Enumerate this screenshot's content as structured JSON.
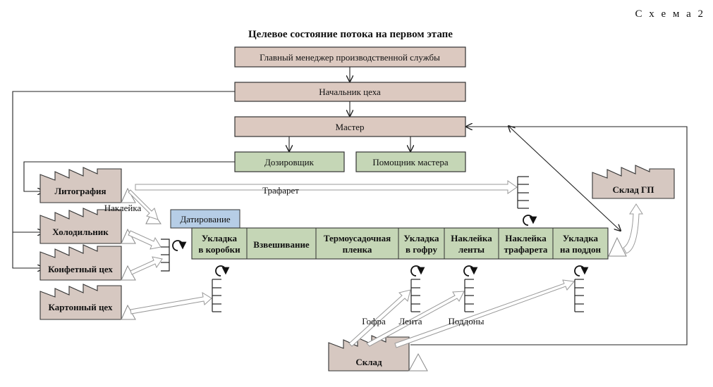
{
  "scheme_label": "С х е м а  2",
  "title": "Целевое состояние потока на первом этапе",
  "management": {
    "general_manager": "Главный менеджер производственной службы",
    "shop_chief": "Начальник цеха",
    "master": "Мастер",
    "dispenser": "Дозировщик",
    "assistant_master": "Помощник мастера"
  },
  "suppliers": {
    "lithography": "Литография",
    "fridge": "Холодильник",
    "candy_shop": "Конфетный цех",
    "carton_shop": "Картонный цех",
    "warehouse": "Склад",
    "finished_goods": "Склад ГП"
  },
  "dating": "Датирование",
  "process_steps": [
    {
      "line1": "Укладка",
      "line2": "в коробки"
    },
    {
      "line1": "Взвешивание",
      "line2": ""
    },
    {
      "line1": "Термоусадочная",
      "line2": "пленка"
    },
    {
      "line1": "Укладка",
      "line2": "в гофру"
    },
    {
      "line1": "Наклейка",
      "line2": "ленты"
    },
    {
      "line1": "Наклейка",
      "line2": "трафарета"
    },
    {
      "line1": "Укладка",
      "line2": "на поддон"
    }
  ],
  "flow_labels": {
    "stencil": "Трафарет",
    "sticker": "Наклейка",
    "corrugation": "Гофра",
    "tape": "Лента",
    "pallets": "Поддоны"
  },
  "colors": {
    "management_fill": "#dcc9c0",
    "green_fill": "#c5d6b6",
    "factory_fill": "#d6c8c1",
    "dating_fill": "#b6cde6",
    "stroke": "#333333"
  }
}
